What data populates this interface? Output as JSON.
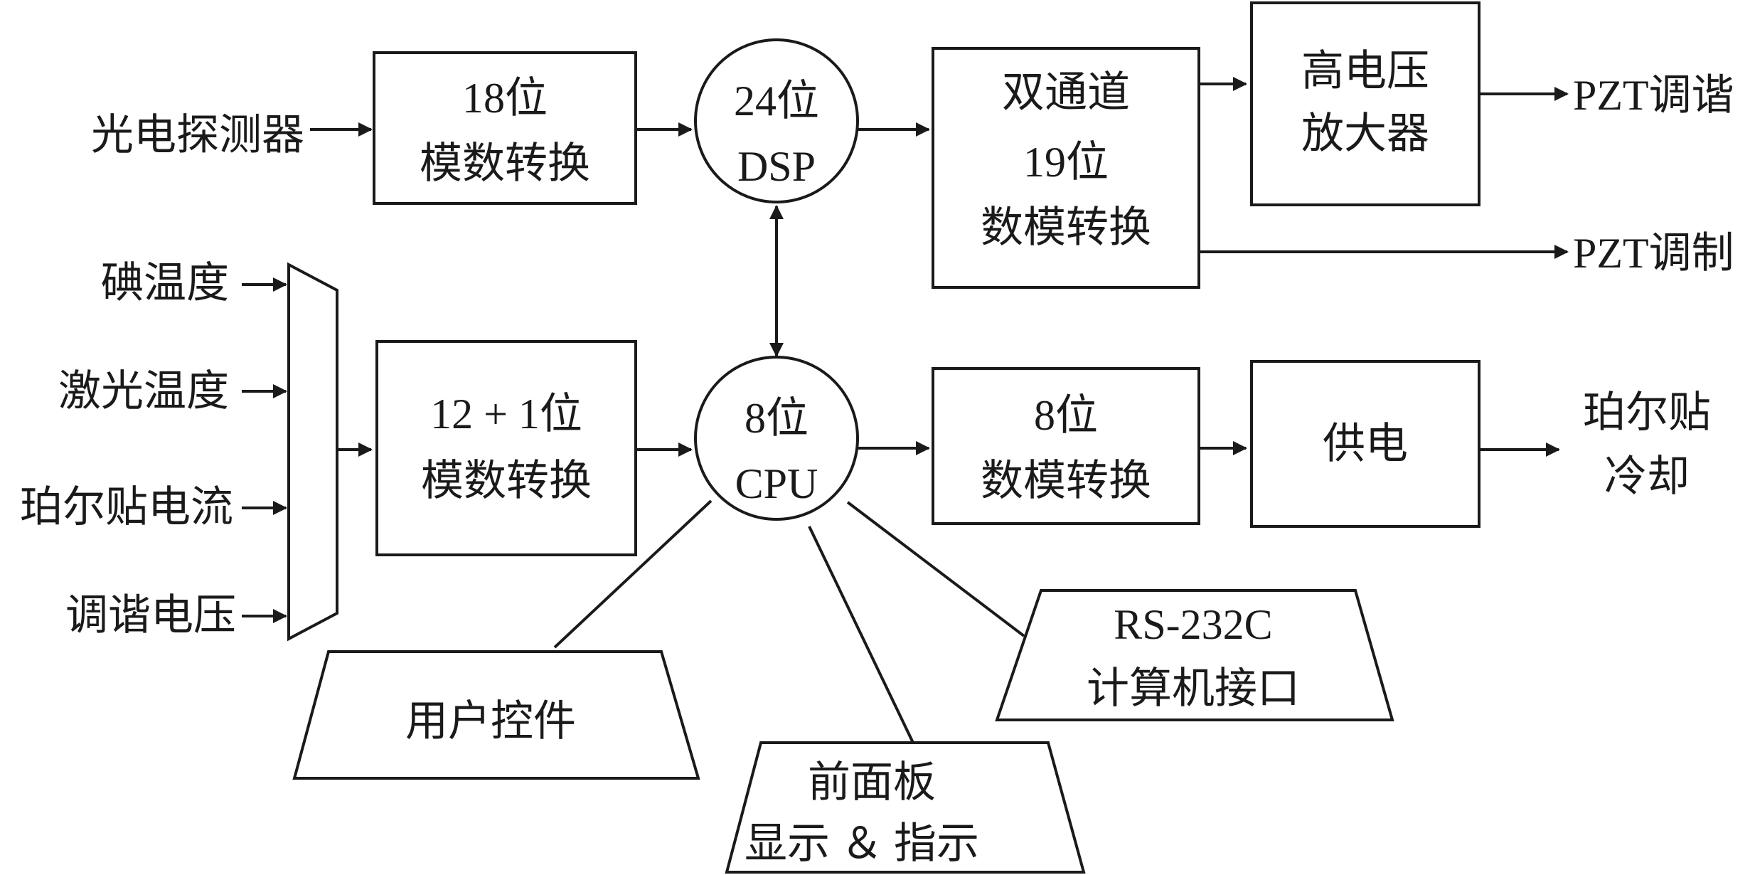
{
  "inputs": {
    "photodetector": "光电探测器",
    "iodine_temp": "碘温度",
    "laser_temp": "激光温度",
    "peltier_current": "珀尔贴电流",
    "tuning_voltage": "调谐电压"
  },
  "blocks": {
    "adc18": [
      "18位",
      "模数转换"
    ],
    "dsp24": [
      "24位",
      "DSP"
    ],
    "dac19": [
      "双通道",
      "19位",
      "数模转换"
    ],
    "hv_amp": [
      "高电压",
      "放大器"
    ],
    "adc12": [
      "12 + 1位",
      "模数转换"
    ],
    "cpu8": [
      "8位",
      "CPU"
    ],
    "dac8": [
      "8位",
      "数模转换"
    ],
    "power": [
      "供电"
    ],
    "user_controls": [
      "用户控件"
    ],
    "front_panel": [
      "前面板",
      "显示 ＆ 指示"
    ],
    "rs232": [
      "RS-232C",
      "计算机接口"
    ]
  },
  "outputs": {
    "pzt_tuning": "PZT调谐",
    "pzt_modulation": "PZT调制",
    "peltier_cooling": [
      "珀尔贴",
      "冷却"
    ]
  },
  "colors": {
    "stroke": "#1a1a1a",
    "background": "#ffffff"
  }
}
